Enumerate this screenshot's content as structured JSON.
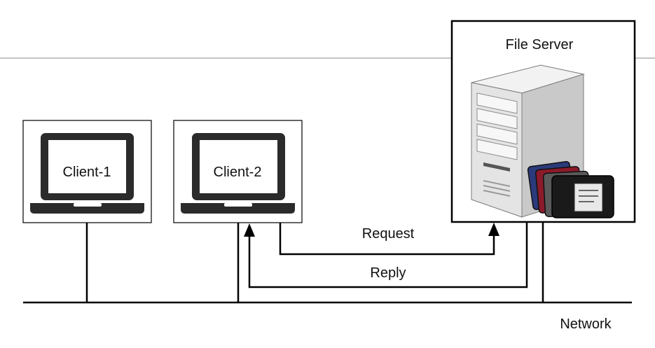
{
  "server": {
    "label": "File Server"
  },
  "clients": [
    {
      "label": "Client-1"
    },
    {
      "label": "Client-2"
    }
  ],
  "messages": {
    "request": "Request",
    "reply": "Reply"
  },
  "network": {
    "label": "Network"
  },
  "colors": {
    "line": "#000000",
    "divider": "#b0b0b0",
    "laptop": "#2b2b2b",
    "server_light": "#f2f2f2",
    "server_mid": "#d9d9d9",
    "server_dark": "#a6a6a6",
    "folder_red": "#8b1a2b",
    "folder_blue": "#2b3a7a",
    "folder_black": "#1a1a1a"
  },
  "icons": {
    "client_device": "laptop-icon",
    "server_device": "tower-server-icon",
    "files": "folders-icon"
  }
}
